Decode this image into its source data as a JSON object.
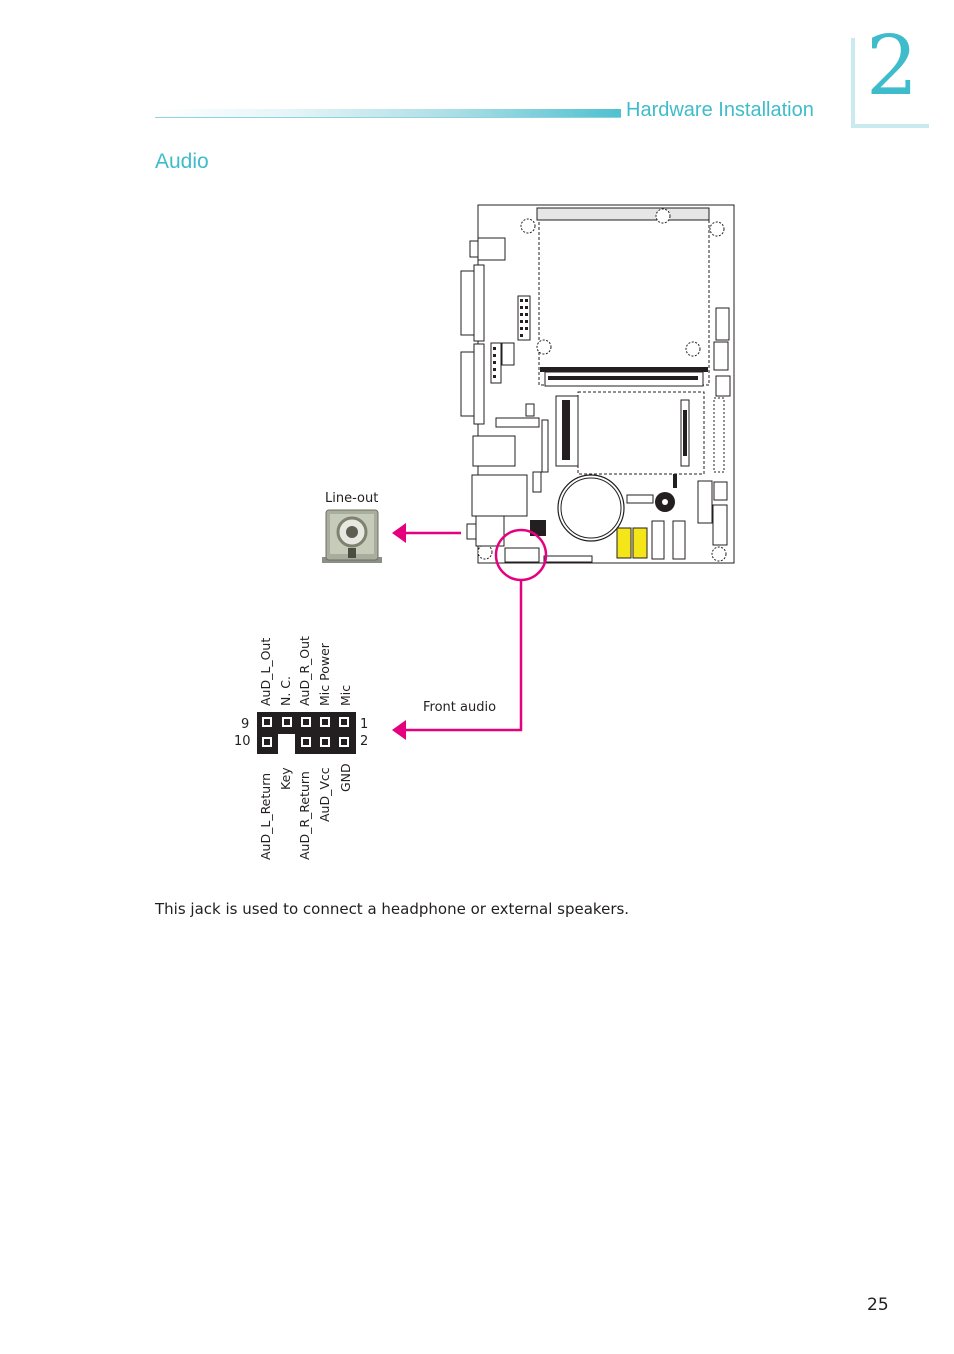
{
  "header": {
    "chapter_title": "Hardware Installation",
    "chapter_number": "2"
  },
  "section": {
    "title": "Audio"
  },
  "diagram": {
    "line_out_label": "Line-out",
    "front_audio_label": "Front audio",
    "header_pins": {
      "top_numbers": {
        "left": "9",
        "right": "1"
      },
      "bottom_numbers": {
        "left": "10",
        "right": "2"
      },
      "top_row_labels": [
        "AuD_L_Out",
        "N. C.",
        "AuD_R_Out",
        "Mic Power",
        "Mic"
      ],
      "bottom_row_labels": [
        "AuD_L_Return",
        "Key",
        "AuD_R_Return",
        "AuD_Vcc",
        "GND"
      ]
    },
    "colors": {
      "callout": "#e5007e",
      "accent": "#3fbccb",
      "yellow": "#f5e61a"
    }
  },
  "body": {
    "text": "This jack is used to connect a headphone or external speakers."
  },
  "footer": {
    "page_number": "25"
  }
}
